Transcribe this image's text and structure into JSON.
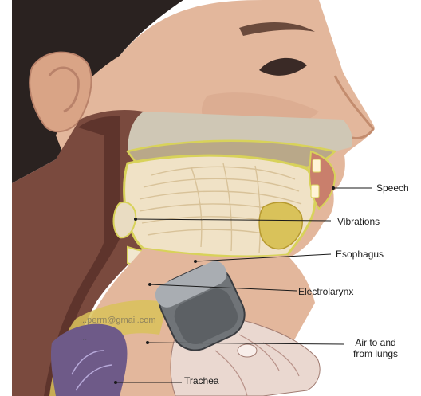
{
  "labels": {
    "speech": "Speech",
    "vibrations": "Vibrations",
    "esophagus": "Esophagus",
    "electrolarynx": "Electrolarynx",
    "air_line1": "Air to and",
    "air_line2": "from lungs",
    "trachea": "Trachea"
  },
  "watermark": {
    "line1": "...perm@gmail.com",
    "line2": "..."
  },
  "colors": {
    "skin": "#e3b79c",
    "skin_shadow": "#c99478",
    "hair": "#2a2220",
    "neck_tissue": "#7a4a3e",
    "oral_cavity": "#f0e2c6",
    "tongue": "#e9d7b3",
    "outline": "#d8d25a",
    "device_body": "#707478",
    "hand": "#ead8d0",
    "lung_fill": "#6e5a88"
  }
}
